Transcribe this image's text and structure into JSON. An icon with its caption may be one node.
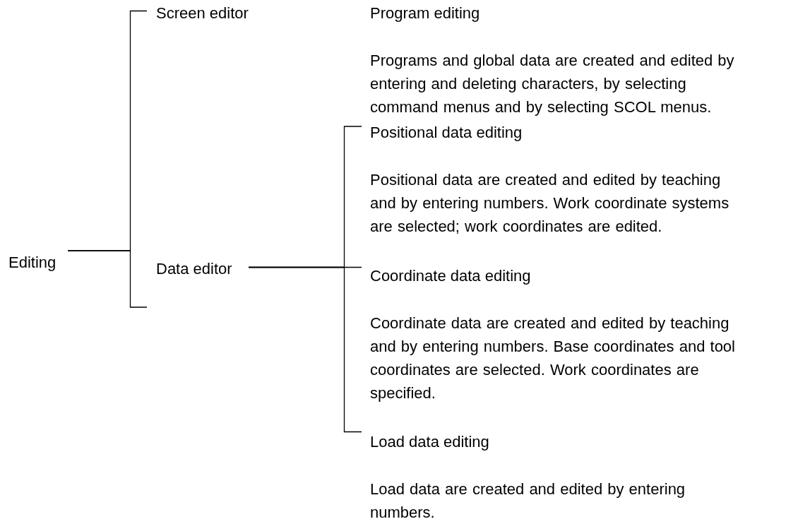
{
  "diagram": {
    "nodes": [
      {
        "text": [
          "Editing"
        ]
      },
      {
        "text": [
          "Screen editor"
        ]
      },
      {
        "text": [
          "Program editing",
          "Programs and global data are created and edited by entering and deleting characters, by selecting command menus and by selecting SCOL menus."
        ]
      },
      {
        "text": [
          "Data editor"
        ]
      },
      {
        "text": [
          "Positional data editing",
          "Positional data are created and edited by teaching and by entering numbers. Work coordinate systems are selected; work coordinates are edited."
        ]
      },
      {
        "text": [
          "Coordinate data editing",
          "Coordinate data are created and edited by teaching and by entering numbers. Base coordinates and tool coordinates are selected. Work coordinates are specified."
        ]
      },
      {
        "text": [
          "Load data editing",
          "Load data are created and edited by entering numbers."
        ]
      }
    ],
    "edges": [
      {
        "from": 0,
        "to": 1,
        "arrow": "none"
      },
      {
        "from": 0,
        "to": 3,
        "arrow": "none"
      },
      {
        "from": 3,
        "to": 4,
        "arrow": "none"
      },
      {
        "from": 3,
        "to": 5,
        "arrow": "none"
      },
      {
        "from": 3,
        "to": 6,
        "arrow": "none"
      }
    ]
  }
}
